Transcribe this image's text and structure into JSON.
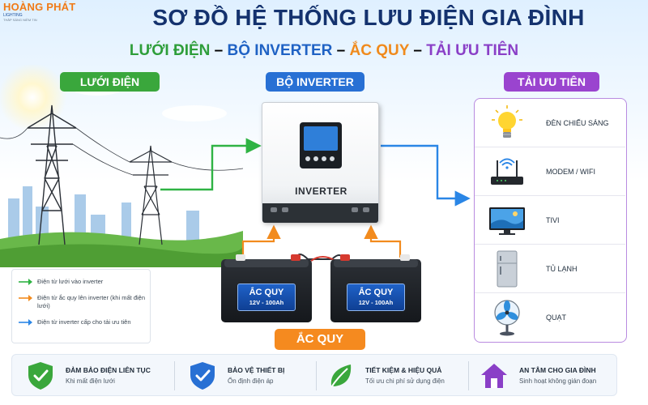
{
  "header": {
    "logo_name": "HOÀNG PHÁT",
    "logo_sub": "LIGHTING",
    "logo_tag": "THẮP SÁNG NIỀM TIN",
    "title": "SƠ ĐỒ HỆ THỐNG LƯU ĐIỆN GIA ĐÌNH",
    "subtitle": {
      "part1": "LƯỚI ĐIỆN",
      "sep": " – ",
      "part2": "BỘ INVERTER",
      "part3": "ẮC QUY",
      "part4": "TẢI ƯU TIÊN"
    }
  },
  "sections": {
    "grid": "LƯỚI ĐIỆN",
    "inverter": "BỘ INVERTER",
    "loads": "TẢI ƯU TIÊN",
    "batteries": "ẮC QUY"
  },
  "inverter": {
    "label": "INVERTER"
  },
  "batteries": [
    {
      "name": "ẮC QUY",
      "spec": "12V - 100Ah"
    },
    {
      "name": "ẮC QUY",
      "spec": "12V - 100Ah"
    }
  ],
  "loads": [
    {
      "label": "ĐÈN CHIẾU SÁNG",
      "icon": "light-bulb-icon"
    },
    {
      "label": "MODEM / WIFI",
      "icon": "wifi-router-icon"
    },
    {
      "label": "TIVI",
      "icon": "tv-icon"
    },
    {
      "label": "TỦ LẠNH",
      "icon": "fridge-icon"
    },
    {
      "label": "QUẠT",
      "icon": "fan-icon"
    }
  ],
  "legend": [
    {
      "text": "Điện từ lưới vào inverter",
      "color": "#2fb344"
    },
    {
      "text": "Điện từ ắc quy lên inverter (khi mất điện lưới)",
      "color": "#f28b1e"
    },
    {
      "text": "Điện từ inverter cấp cho tải ưu tiên",
      "color": "#2a86e6"
    }
  ],
  "features": [
    {
      "title": "ĐẢM BẢO ĐIỆN LIÊN TỤC",
      "desc": "Khi mất điện lưới",
      "icon": "shield-check-icon",
      "color": "#3aa73c"
    },
    {
      "title": "BẢO VỆ THIẾT BỊ",
      "desc": "Ổn định điện áp",
      "icon": "shield-check-icon",
      "color": "#2870d4"
    },
    {
      "title": "TIẾT KIỆM & HIỆU QUẢ",
      "desc": "Tối ưu chi phí sử dụng điện",
      "icon": "leaf-icon",
      "color": "#3aa73c"
    },
    {
      "title": "AN TÂM CHO GIA ĐÌNH",
      "desc": "Sinh hoạt không gián đoạn",
      "icon": "home-icon",
      "color": "#8a3fc7"
    }
  ],
  "colors": {
    "grid_wire": "#2fb344",
    "battery_wire": "#f28b1e",
    "load_wire": "#2a86e6",
    "title": "#14326e"
  }
}
